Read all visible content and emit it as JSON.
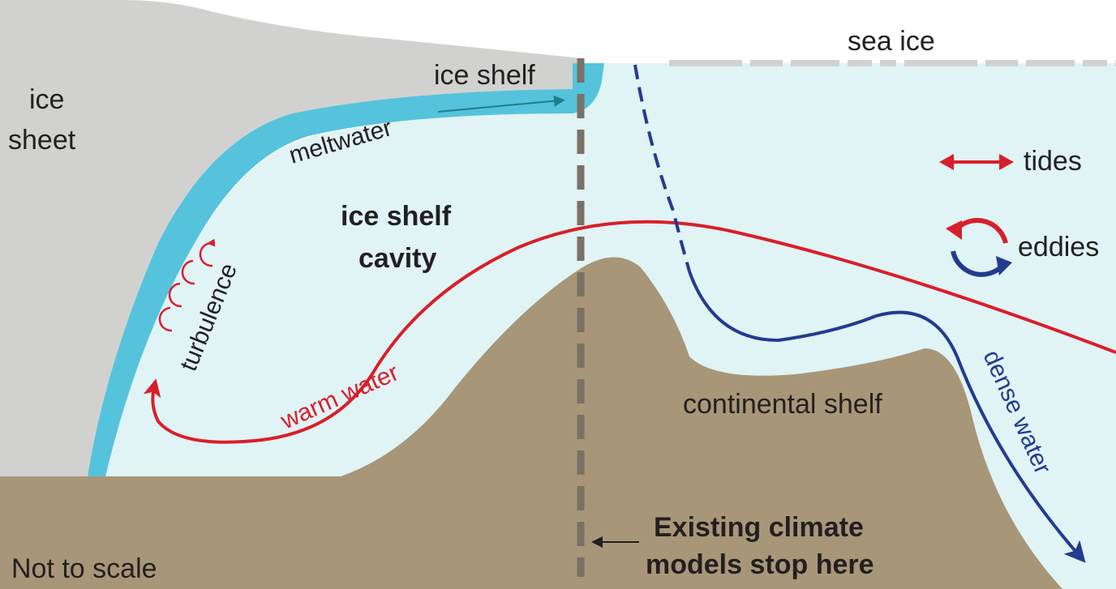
{
  "labels": {
    "ice_sheet_line1": "ice",
    "ice_sheet_line2": "sheet",
    "ice_shelf": "ice shelf",
    "sea_ice": "sea ice",
    "meltwater": "meltwater",
    "cavity_line1": "ice shelf",
    "cavity_line2": "cavity",
    "turbulence": "turbulence",
    "warm_water": "warm water",
    "continental_shelf": "continental shelf",
    "dense_water": "dense water",
    "tides": "tides",
    "eddies": "eddies",
    "models_line1": "Existing climate",
    "models_line2": "models stop here",
    "scale_note": "Not to scale"
  },
  "icons": {
    "tides": "double-headed-arrow-icon",
    "eddies": "circular-arrows-icon",
    "turbulence": "curl-arrows-icon",
    "models_pointer": "left-arrow-icon"
  },
  "colors": {
    "ice": "#d1d2d0",
    "ocean": "#e0f3f5",
    "meltwater": "#56c3dc",
    "bedrock": "#a89678",
    "warm_water": "#d71f2a",
    "dense_water": "#223b8f",
    "model_boundary": "#7a7165",
    "sea_ice": "#d1d2d0"
  }
}
